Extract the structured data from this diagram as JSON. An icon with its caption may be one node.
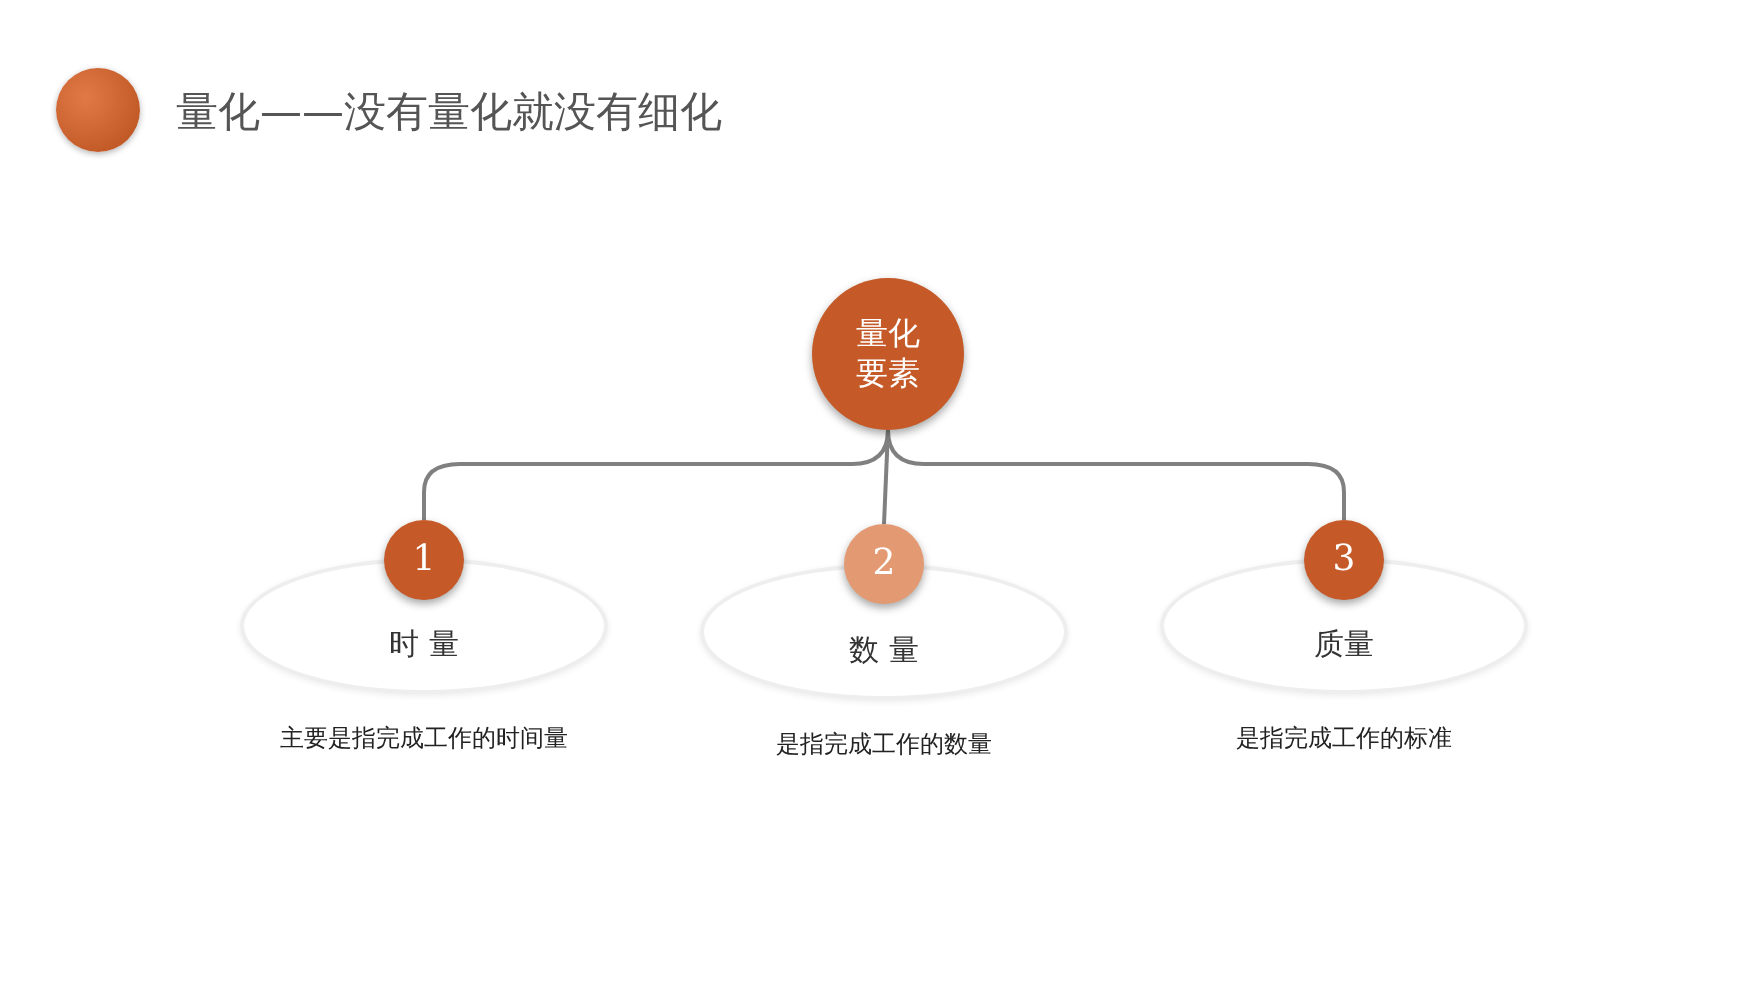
{
  "diagram": {
    "title": "量化——没有量化就没有细化",
    "nodes": [
      {
        "text": [
          "量化要素"
        ]
      },
      {
        "text": [
          "1"
        ]
      },
      {
        "text": [
          "2"
        ]
      },
      {
        "text": [
          "3"
        ]
      },
      {
        "text": [
          "时 量"
        ],
        "beside": [
          "主要是指完成工作的时间量"
        ]
      },
      {
        "text": [
          "数 量"
        ],
        "beside": [
          "是指完成工作的数量"
        ]
      },
      {
        "text": [
          "质量"
        ],
        "beside": [
          "是指完成工作的标准"
        ]
      }
    ],
    "edges": [
      {
        "from": 0,
        "to": 1,
        "arrow": "none"
      },
      {
        "from": 0,
        "to": 2,
        "arrow": "none"
      },
      {
        "from": 0,
        "to": 3,
        "arrow": "none"
      }
    ]
  }
}
